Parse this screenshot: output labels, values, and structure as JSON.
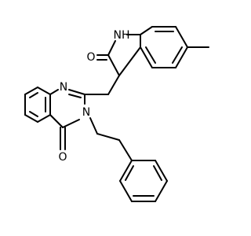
{
  "atoms": {
    "nh": {
      "text": "NH",
      "color": "#000000"
    },
    "n1": {
      "text": "N",
      "color": "#000000"
    },
    "n3": {
      "text": "N",
      "color": "#000000"
    },
    "o_lactam": {
      "text": "O",
      "color": "#000000"
    },
    "o_quin": {
      "text": "O",
      "color": "#000000"
    }
  }
}
